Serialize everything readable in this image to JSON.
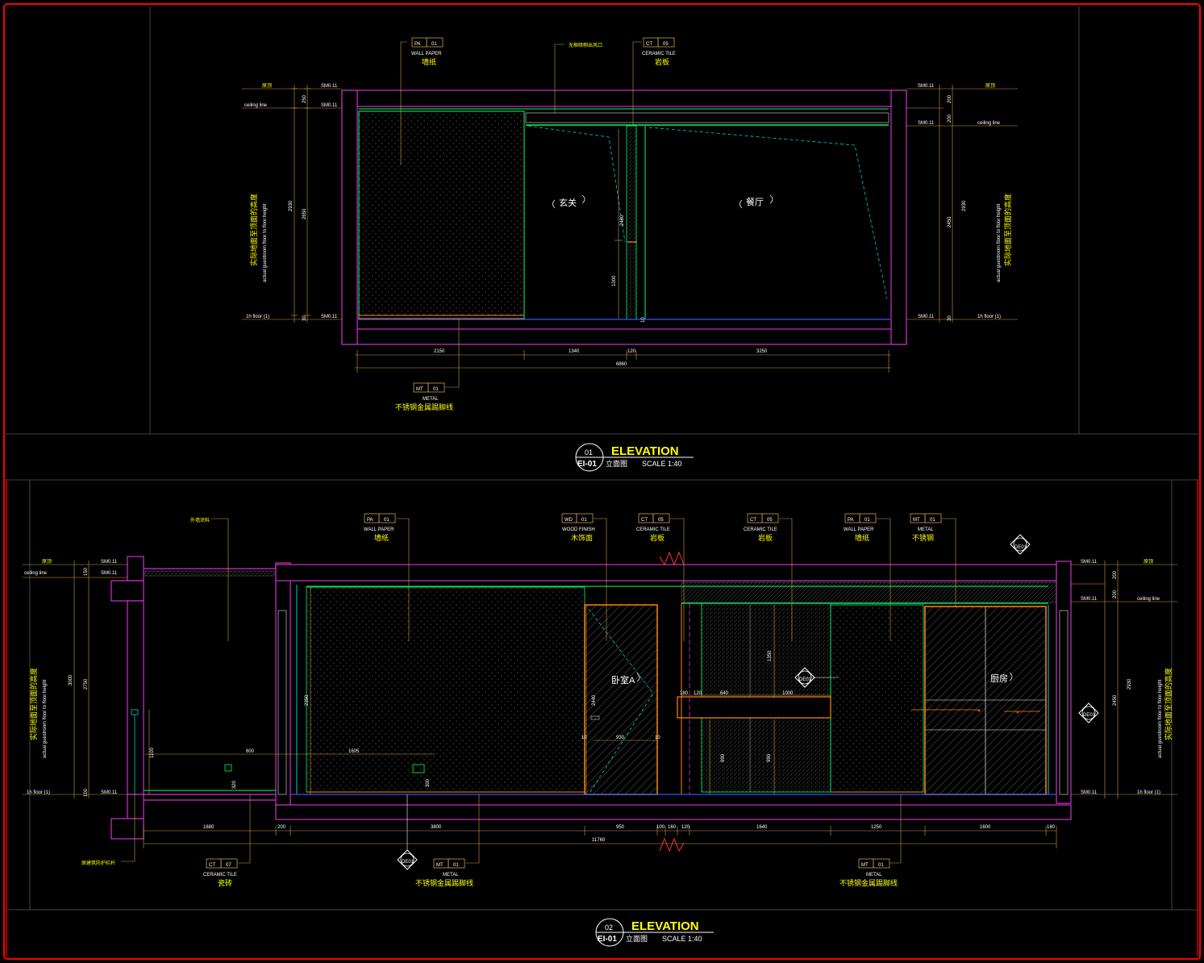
{
  "colors": {
    "bg": "#000000",
    "frame": "#ff0000",
    "wall": "#cc33cc",
    "dim": "#c8a040",
    "text": "#ffff00",
    "white": "#ffffff",
    "green": "#00ff66",
    "cyan": "#00cccc",
    "orange": "#ff8800",
    "blue": "#3355ff",
    "grey": "#555555"
  },
  "elev1": {
    "tags": [
      {
        "code": "PA",
        "num": "01",
        "en": "WALL PAPER",
        "cn": "墙纸"
      },
      {
        "code": "",
        "num": "",
        "en": "",
        "cn": "无框暗侧出风口"
      },
      {
        "code": "CT",
        "num": "05",
        "en": "CERAMIC TILE",
        "cn": "岩板"
      },
      {
        "code": "MT",
        "num": "01",
        "en": "METAL",
        "cn": "不锈钢金属踢脚线"
      }
    ],
    "rooms": [
      "玄关",
      "餐厅"
    ],
    "left_levels": [
      "原顶",
      "ceiling line",
      "1h floor (1)"
    ],
    "right_levels": [
      "原顶",
      "ceiling line",
      "1h floor (1)"
    ],
    "left_marks": [
      "SM0.11",
      "SM0.11",
      "SM0.11"
    ],
    "right_marks": [
      "SM0.11",
      "SM0.11",
      "SM0.11"
    ],
    "left_dims": [
      "250",
      "2930",
      "2650",
      "30"
    ],
    "right_dims": [
      "200",
      "200",
      "2930",
      "2450",
      "30"
    ],
    "inner_dims": [
      "2480",
      "1000",
      "10"
    ],
    "side_note_cn": "实际地面至顶面的高度",
    "side_note_en": "actual guestroom floor to floor height",
    "bottom_dims": [
      "2150",
      "1340",
      "120",
      "3250"
    ],
    "total_dim": "6860"
  },
  "title1": {
    "num": "01",
    "sheet": "EI-01",
    "title": "ELEVATION",
    "cn": "立面图",
    "scale": "SCALE 1:40"
  },
  "elev2": {
    "tags": [
      {
        "code": "",
        "num": "",
        "en": "",
        "cn": "外墙涂料"
      },
      {
        "code": "PA",
        "num": "01",
        "en": "WALL PAPER",
        "cn": "墙纸"
      },
      {
        "code": "WD",
        "num": "01",
        "en": "WOOD FINISH",
        "cn": "木饰面"
      },
      {
        "code": "CT",
        "num": "05",
        "en": "CERAMIC TILE",
        "cn": "岩板"
      },
      {
        "code": "CT",
        "num": "05",
        "en": "CERAMIC TILE",
        "cn": "岩板"
      },
      {
        "code": "PA",
        "num": "01",
        "en": "WALL PAPER",
        "cn": "墙纸"
      },
      {
        "code": "MT",
        "num": "01",
        "en": "METAL",
        "cn": "不锈钢"
      },
      {
        "code": "",
        "num": "",
        "en": "",
        "cn": "原建筑防护栏杆"
      },
      {
        "code": "CT",
        "num": "07",
        "en": "CERAMIC TILE",
        "cn": "瓷砖"
      },
      {
        "code": "MT",
        "num": "01",
        "en": "METAL",
        "cn": "不锈钢金属踢脚线"
      },
      {
        "code": "MT",
        "num": "01",
        "en": "METAL",
        "cn": "不锈钢金属踢脚线"
      }
    ],
    "rooms": [
      "卧室A",
      "厨房"
    ],
    "left_levels": [
      "原顶",
      "ceiling line",
      "1h floor (1)"
    ],
    "right_levels": [
      "原顶",
      "ceiling line",
      "1h floor (1)"
    ],
    "left_marks": [
      "SM0.11",
      "SM0.11",
      "SM0.11"
    ],
    "right_marks": [
      "SM0.11",
      "SM0.11",
      "SM0.11"
    ],
    "left_dims": [
      "150",
      "3000",
      "2750",
      "100"
    ],
    "right_dims": [
      "200",
      "200",
      "2930",
      "2450"
    ],
    "inner_dims": [
      "2350",
      "2440",
      "1350",
      "930",
      "990",
      "990",
      "1100",
      "600",
      "1605",
      "300",
      "320",
      "180",
      "120",
      "640",
      "1000",
      "10",
      "10"
    ],
    "side_note_cn": "实际地面至顶面的高度",
    "side_note_en": "actual guestroom floor to floor height",
    "bottom_dims": [
      "1680",
      "200",
      "3800",
      "950",
      "100",
      "160",
      "120",
      "1640",
      "1250",
      "1600",
      "180"
    ],
    "total_dim": "11760",
    "section_marks": [
      "DE01",
      "DE01",
      "DE01",
      "DE01"
    ]
  },
  "title2": {
    "num": "02",
    "sheet": "EI-01",
    "title": "ELEVATION",
    "cn": "立面图",
    "scale": "SCALE 1:40"
  }
}
